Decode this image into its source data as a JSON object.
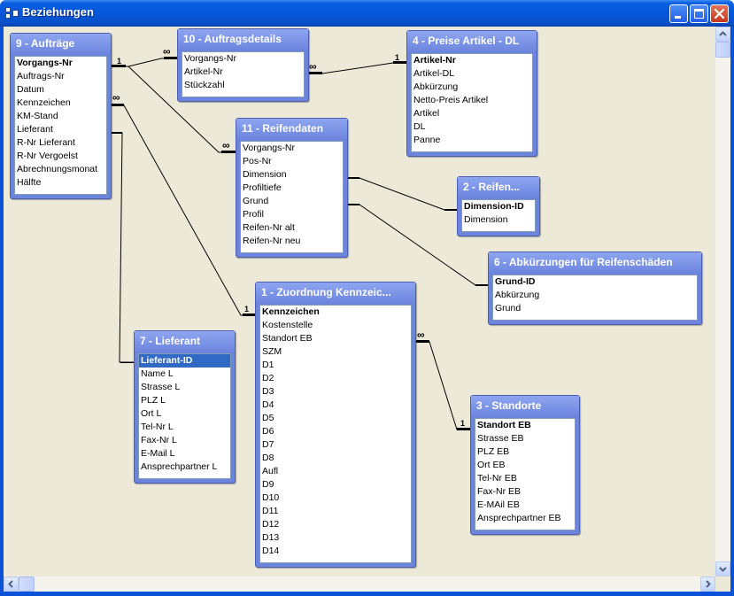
{
  "window": {
    "title": "Beziehungen",
    "buttons": {
      "minimize": "minimize",
      "maximize": "maximize",
      "close": "close"
    }
  },
  "tables": {
    "t9": {
      "title": "9 - Aufträge",
      "fields": [
        "Vorgangs-Nr",
        "Auftrags-Nr",
        "Datum",
        "Kennzeichen",
        "KM-Stand",
        "Lieferant",
        "R-Nr Lieferant",
        "R-Nr Vergoelst",
        "Abrechnungsmonat",
        "Hälfte"
      ]
    },
    "t10": {
      "title": "10 - Auftragsdetails",
      "fields": [
        "Vorgangs-Nr",
        "Artikel-Nr",
        "Stückzahl"
      ]
    },
    "t4": {
      "title": "4 - Preise Artikel - DL",
      "fields": [
        "Artikel-Nr",
        "Artikel-DL",
        "Abkürzung",
        "Netto-Preis Artikel",
        "Artikel",
        "DL",
        "Panne"
      ]
    },
    "t11": {
      "title": "11 - Reifendaten",
      "fields": [
        "Vorgangs-Nr",
        "Pos-Nr",
        "Dimension",
        "Profiltiefe",
        "Grund",
        "Profil",
        "Reifen-Nr alt",
        "Reifen-Nr neu"
      ]
    },
    "t2": {
      "title": "2 - Reifen...",
      "fields": [
        "Dimension-ID",
        "Dimension"
      ]
    },
    "t6": {
      "title": "6 - Abkürzungen für Reifenschäden",
      "fields": [
        "Grund-ID",
        "Abkürzung",
        "Grund"
      ]
    },
    "t1": {
      "title": "1 - Zuordnung Kennzeic...",
      "fields": [
        "Kennzeichen",
        "Kostenstelle",
        "Standort EB",
        "SZM",
        "D1",
        "D2",
        "D3",
        "D4",
        "D5",
        "D6",
        "D7",
        "D8",
        "Aufl",
        "D9",
        "D10",
        "D11",
        "D12",
        "D13",
        "D14"
      ]
    },
    "t7": {
      "title": "7 - Lieferant",
      "fields": [
        "Lieferant-ID",
        "Name L",
        "Strasse L",
        "PLZ L",
        "Ort L",
        "Tel-Nr L",
        "Fax-Nr L",
        "E-Mail  L",
        "Ansprechpartner L"
      ]
    },
    "t3": {
      "title": "3 - Standorte",
      "fields": [
        "Standort EB",
        "Strasse EB",
        "PLZ EB",
        "Ort EB",
        "Tel-Nr EB",
        "Fax-Nr EB",
        "E-MAil EB",
        "Ansprechpartner EB"
      ]
    }
  },
  "relations": {
    "one": "1",
    "many": "∞"
  },
  "colors": {
    "titlebar": "#0457da",
    "client": "#ece9d8",
    "table_frame": "#6d84dd",
    "selection": "#316ac5"
  }
}
